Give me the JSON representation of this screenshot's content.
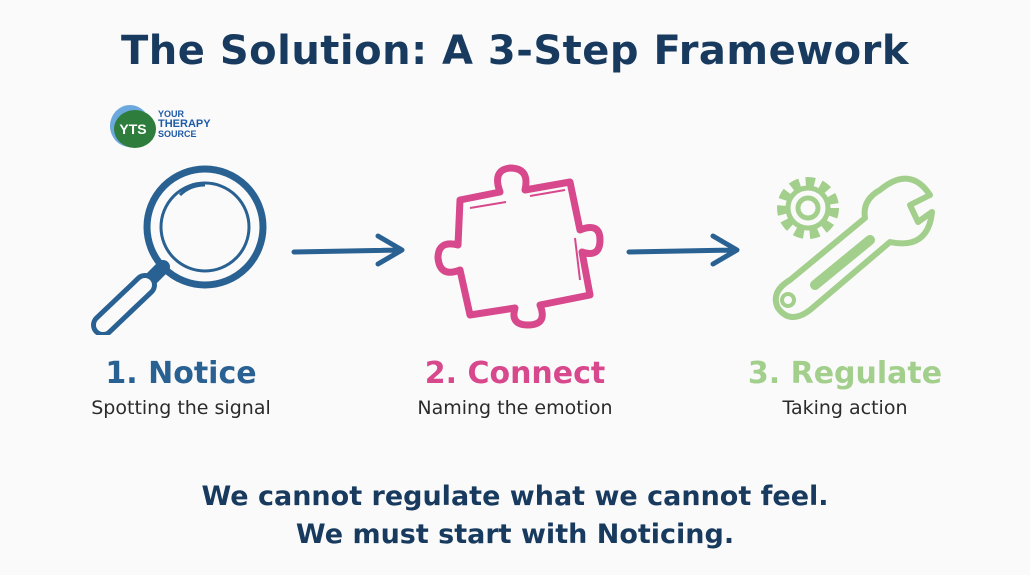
{
  "title": "The Solution: A 3-Step Framework",
  "logo": {
    "mark": "YTS",
    "line1": "YOUR",
    "line2": "THERAPY",
    "line3": "SOURCE"
  },
  "colors": {
    "title": "#173a5e",
    "notice": "#2a6193",
    "connect": "#d8488c",
    "regulate": "#a3cf8c"
  },
  "steps": [
    {
      "heading": "1. Notice",
      "subtitle": "Spotting the signal",
      "icon": "magnifying-glass-icon"
    },
    {
      "heading": "2. Connect",
      "subtitle": "Naming the emotion",
      "icon": "puzzle-piece-icon"
    },
    {
      "heading": "3. Regulate",
      "subtitle": "Taking action",
      "icon": "gear-wrench-icon"
    }
  ],
  "footer": {
    "line1": "We cannot regulate what we cannot feel.",
    "line2": "We must start with Noticing."
  }
}
